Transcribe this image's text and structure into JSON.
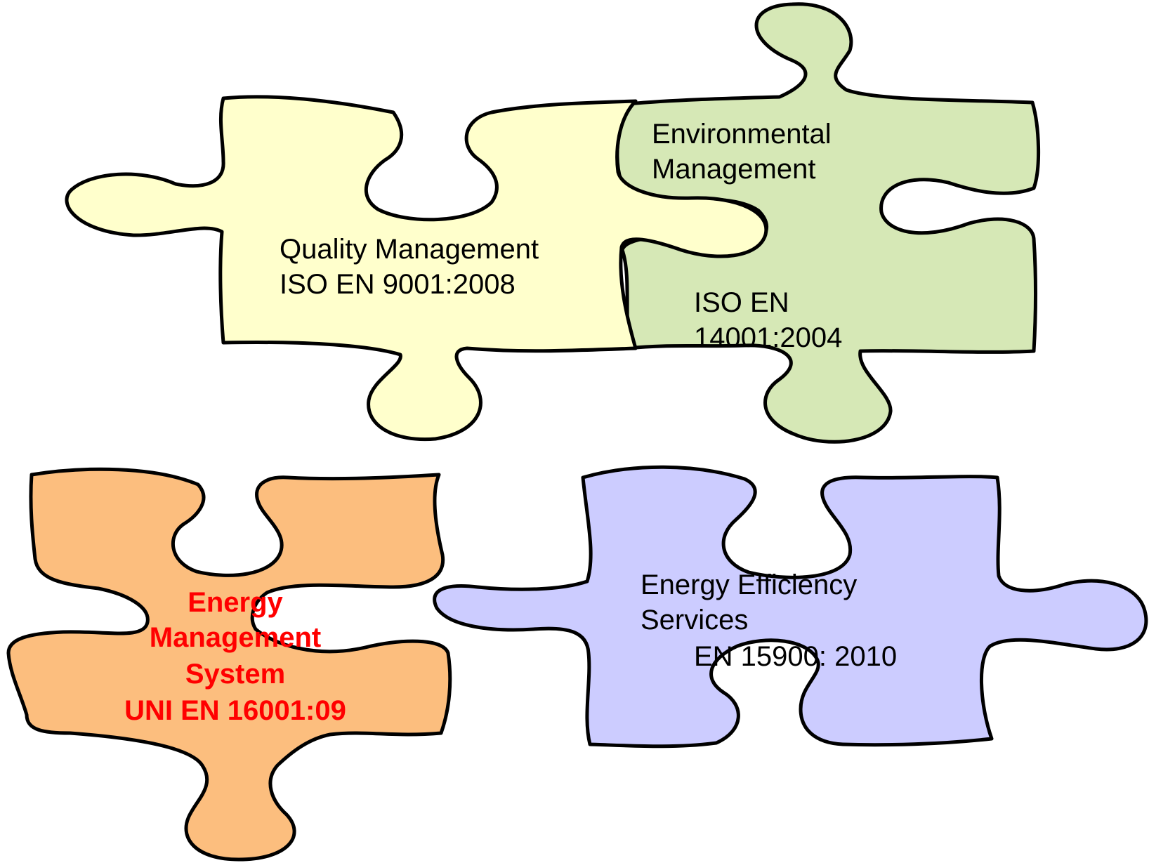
{
  "pieces": {
    "quality": {
      "line1": "Quality Management",
      "line2": "ISO EN 9001:2008",
      "color": "#ffffcc"
    },
    "environmental": {
      "line1": "Environmental",
      "line2": "Management",
      "line3": "ISO EN",
      "line4": "14001:2004",
      "color": "#d6e8b6"
    },
    "energy_management": {
      "line1": "Energy",
      "line2": "Management",
      "line3": "System",
      "line4": "UNI EN 16001:09",
      "color": "#fcbe7e",
      "text_color": "#ff0000"
    },
    "energy_efficiency": {
      "line1": "Energy Efficiency",
      "line2": "Services",
      "line3": "EN 15900: 2010",
      "color": "#ccccff"
    }
  }
}
